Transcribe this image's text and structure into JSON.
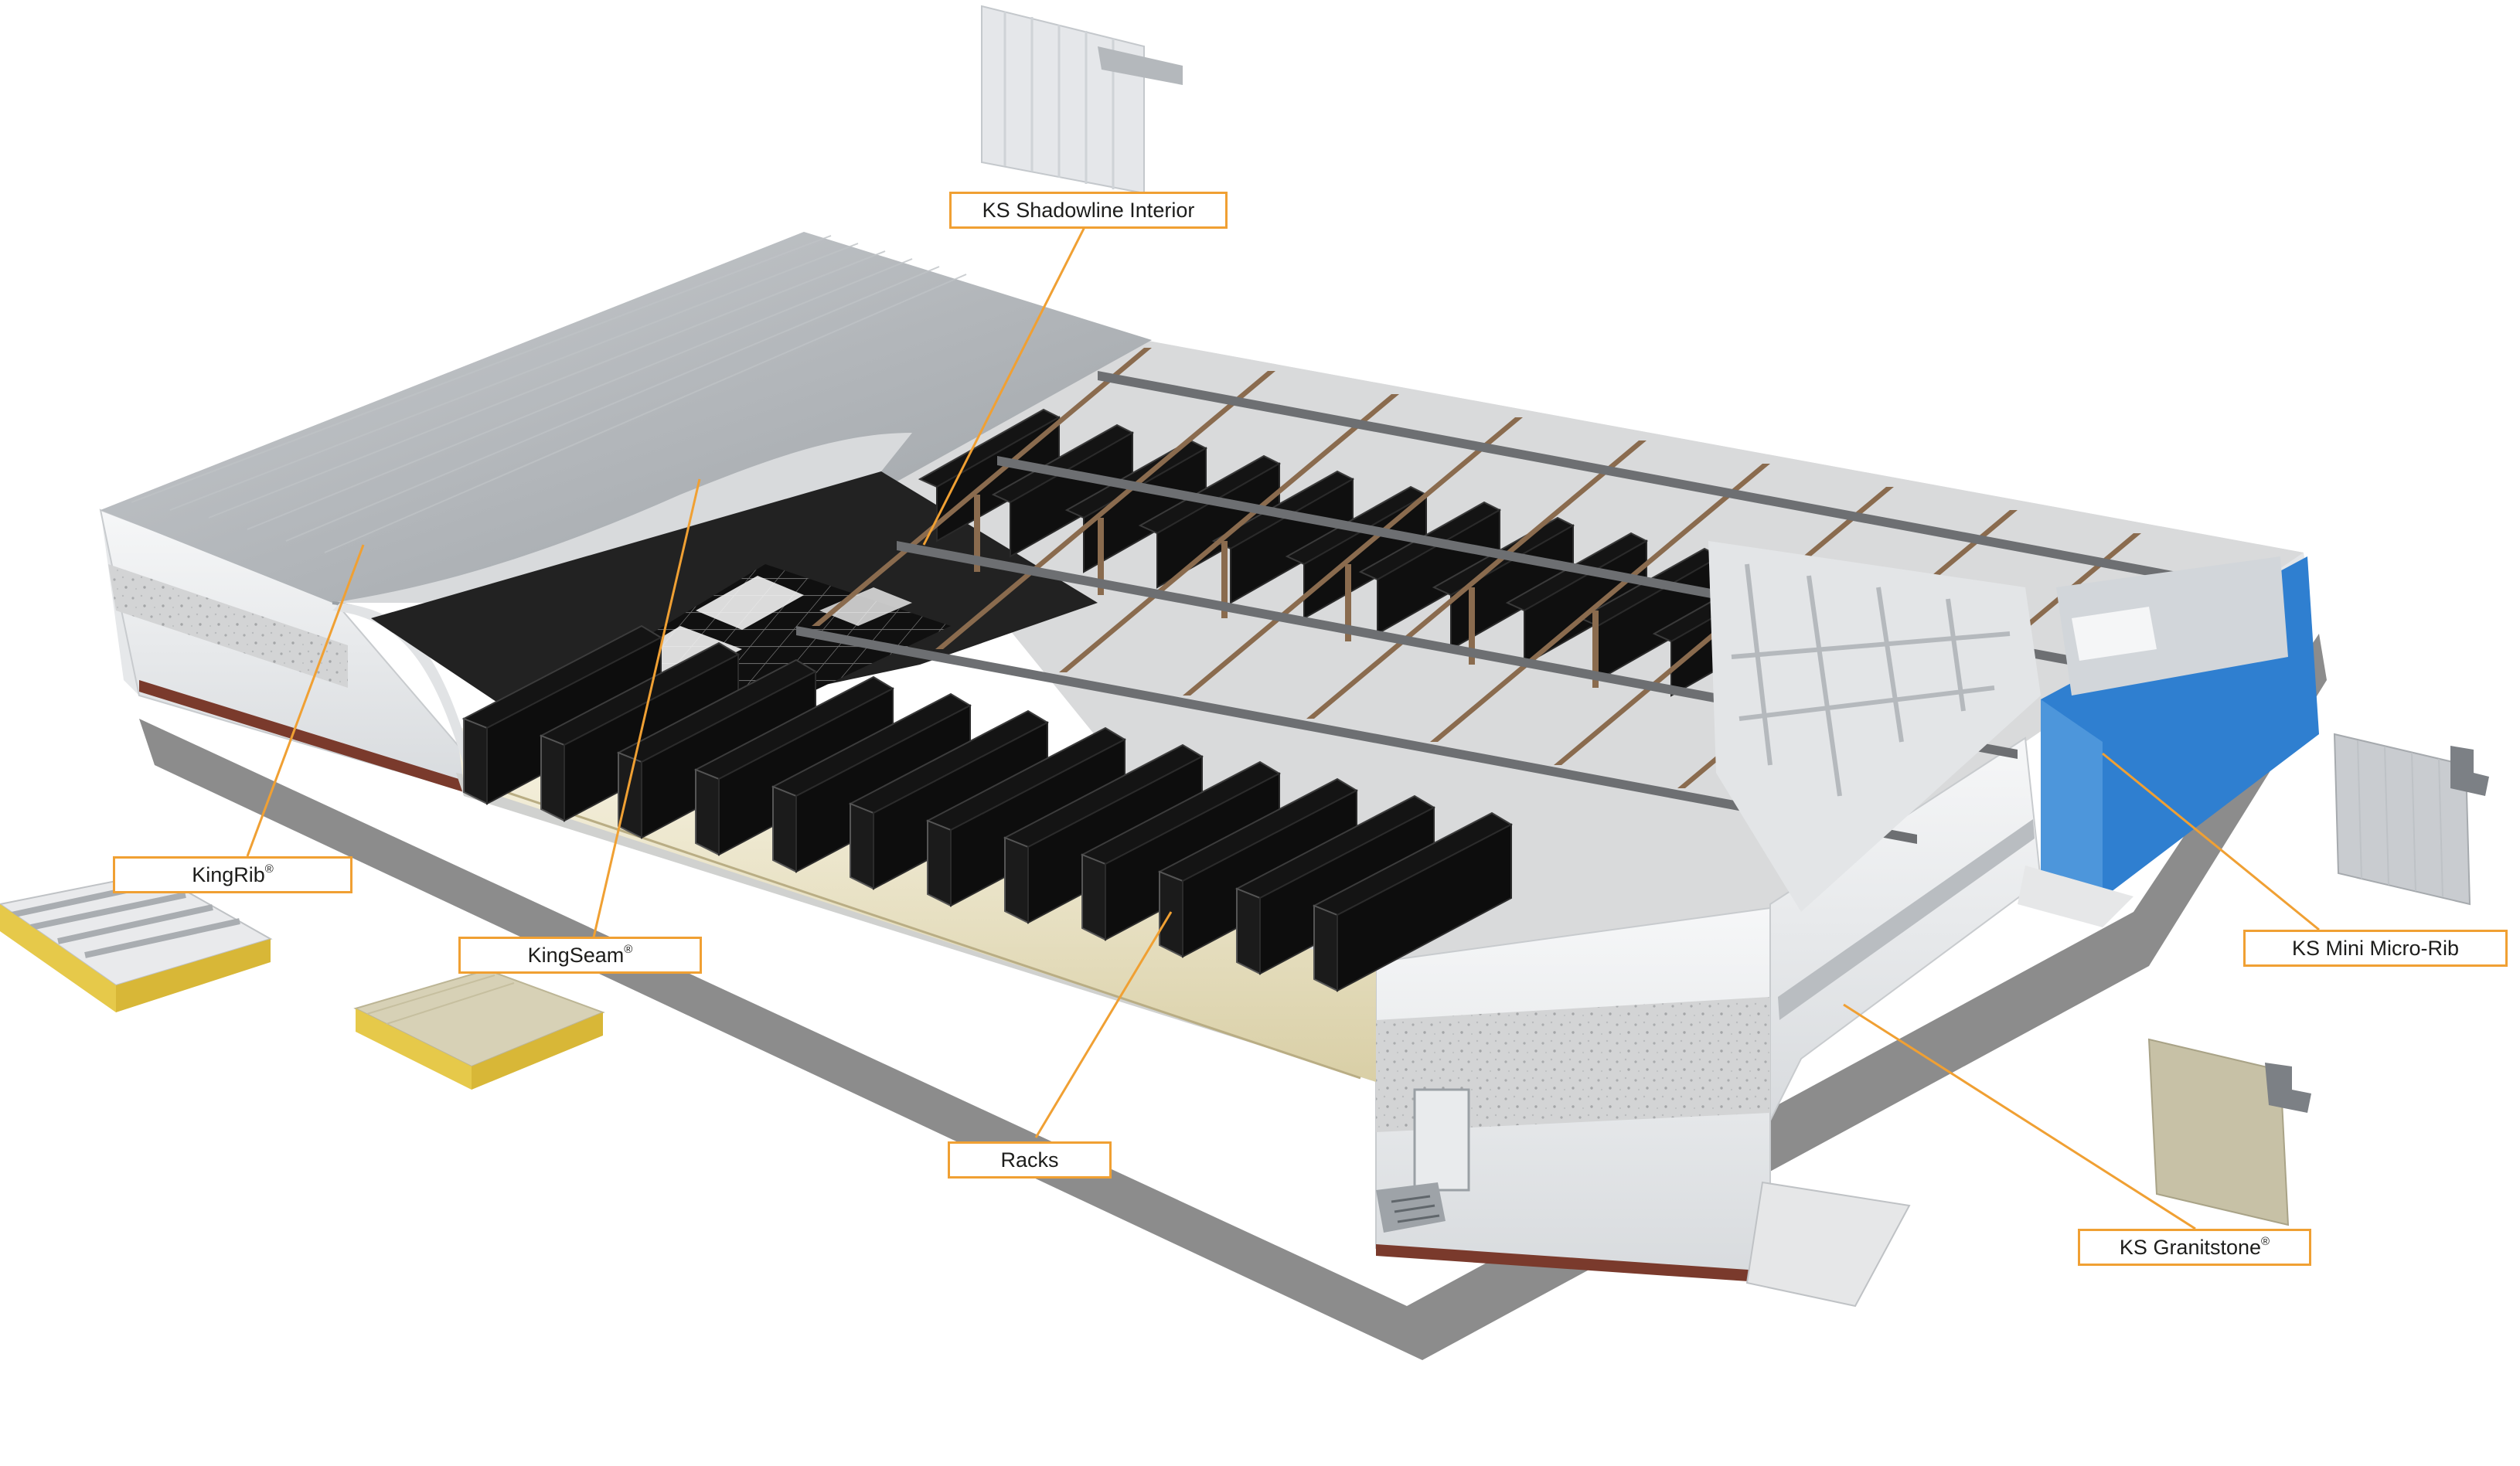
{
  "callouts": {
    "shadowline": {
      "text": "KS Shadowline Interior",
      "mark": ""
    },
    "kingrib": {
      "text": "KingRib",
      "mark": "®"
    },
    "kingseam": {
      "text": "KingSeam",
      "mark": "®"
    },
    "racks": {
      "text": "Racks",
      "mark": ""
    },
    "minimicrorib": {
      "text": "KS Mini Micro-Rib",
      "mark": ""
    },
    "granitstone": {
      "text": "KS Granitstone",
      "mark": "®"
    }
  },
  "colors": {
    "leader_line": "#f0a033",
    "rack_black": "#141414",
    "wall_white": "#eef0f2",
    "facade_blue": "#2f7fd0",
    "steel_brown": "#8a6b4e",
    "panel_cream": "#efe8cf"
  }
}
